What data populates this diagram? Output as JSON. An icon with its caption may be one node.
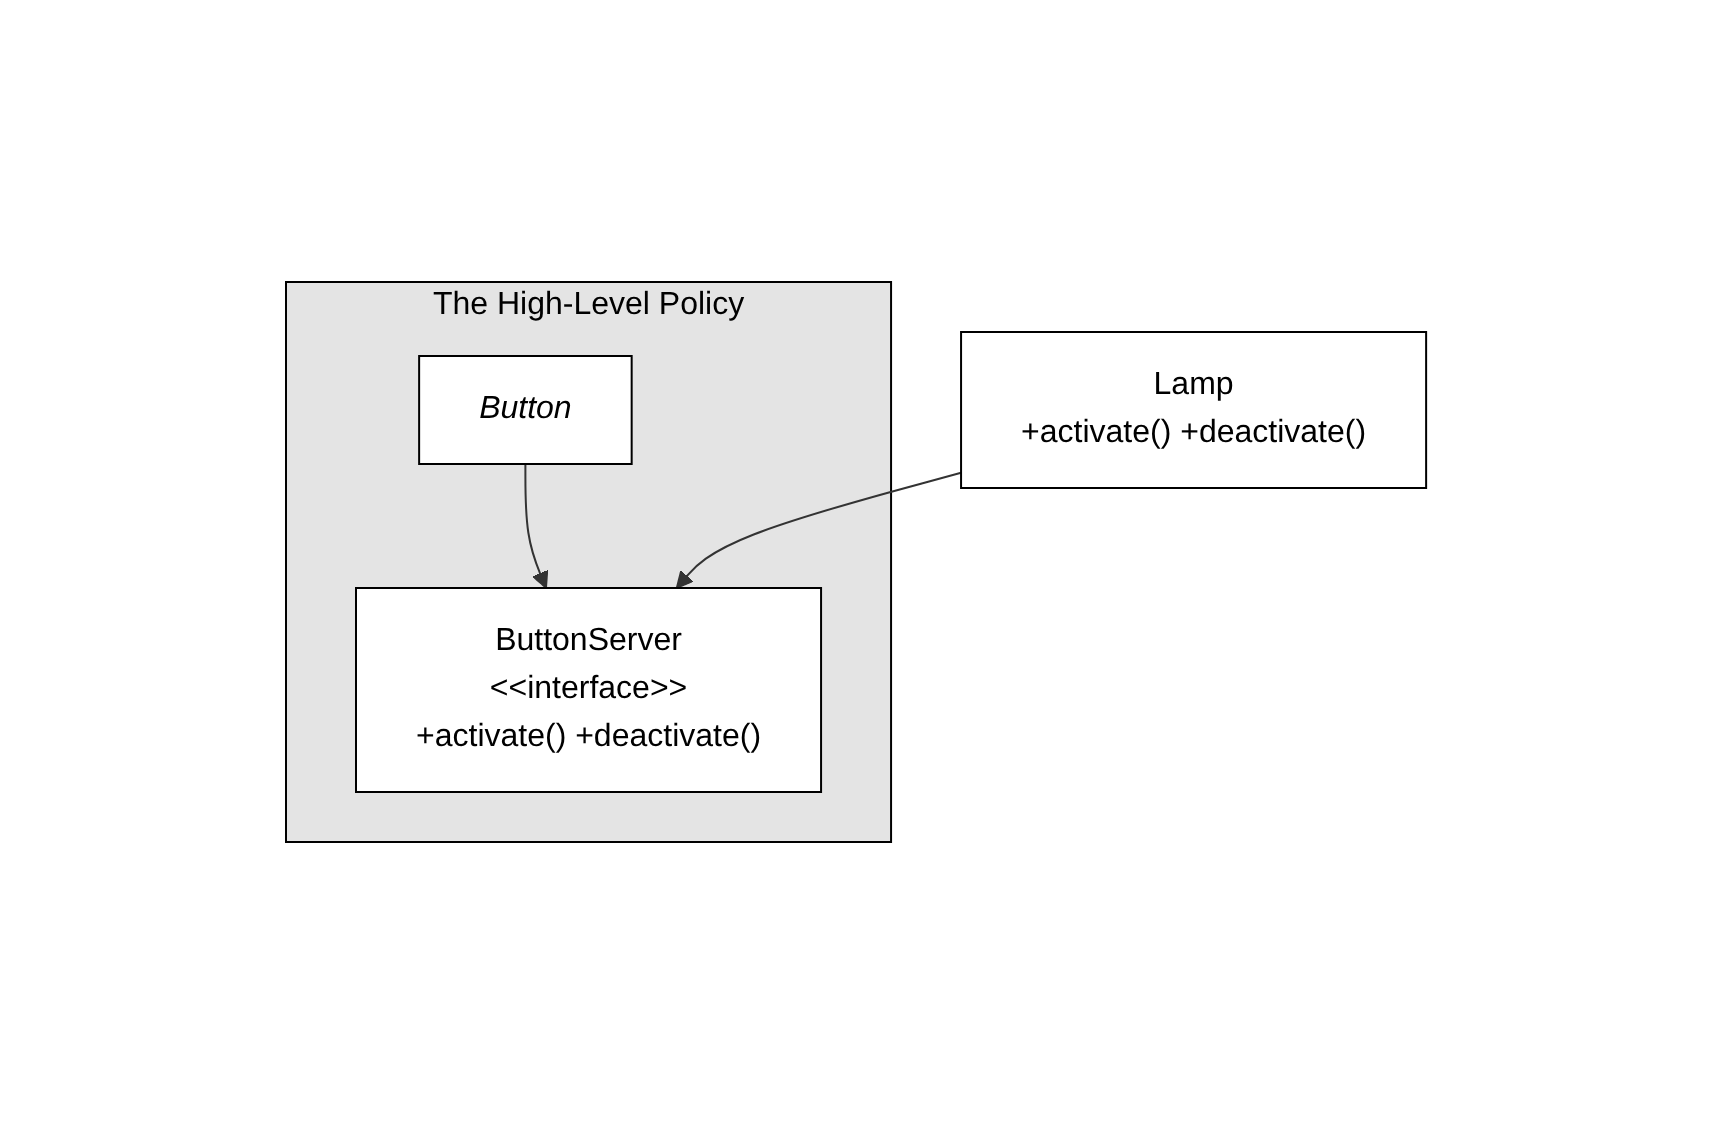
{
  "diagram": {
    "nodes": [
      {
        "text": [
          "The High-Level Policy"
        ]
      },
      {
        "text": [
          "Button"
        ],
        "in": 0
      },
      {
        "text": [
          "ButtonServer",
          "<<interface>>",
          "+activate() +deactivate()"
        ],
        "in": 0
      },
      {
        "text": [
          "Lamp",
          "+activate() +deactivate()"
        ]
      }
    ],
    "edges": [
      {
        "from": 1,
        "to": 2,
        "arrow": "to"
      },
      {
        "from": 3,
        "to": 2,
        "arrow": "to"
      }
    ]
  }
}
